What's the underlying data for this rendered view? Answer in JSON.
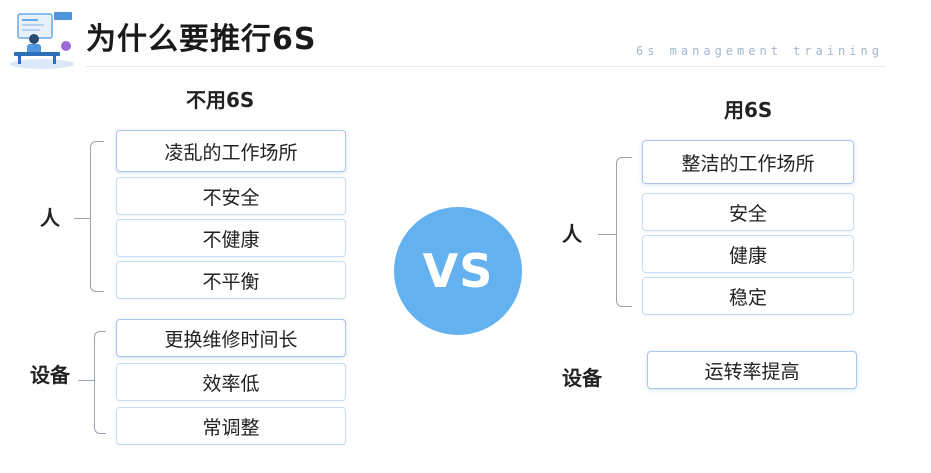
{
  "header": {
    "title": "为什么要推行6S",
    "subtitle": "6s management training"
  },
  "left": {
    "title": "不用6S",
    "groups": [
      {
        "label": "人",
        "items": [
          "凌乱的工作场所",
          "不安全",
          "不健康",
          "不平衡"
        ]
      },
      {
        "label": "设备",
        "items": [
          "更换维修时间长",
          "效率低",
          "常调整"
        ]
      }
    ]
  },
  "center": {
    "label": "VS"
  },
  "right": {
    "title": "用6S",
    "groups": [
      {
        "label": "人",
        "items": [
          "整洁的工作场所",
          "安全",
          "健康",
          "稳定"
        ]
      },
      {
        "label": "设备",
        "items": [
          "运转率提高"
        ]
      }
    ]
  },
  "colors": {
    "vs_circle": "#64b1f0",
    "box_border": "#c9dbf2",
    "bracket": "#9aa4ae",
    "subtitle": "#9fb8d0"
  },
  "icons": [
    "presenter-desk-illustration"
  ]
}
